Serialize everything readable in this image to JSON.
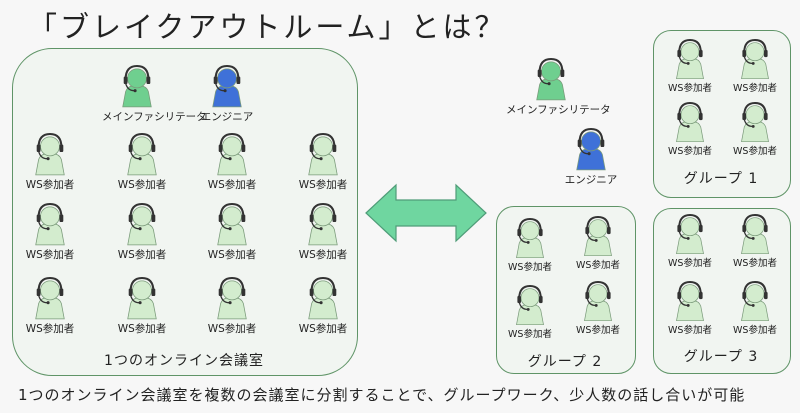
{
  "title": "「ブレイクアウトルーム」とは？",
  "roles": {
    "facilitator": "メインファシリテータ",
    "engineer": "エンジニア",
    "participant": "WS参加者"
  },
  "rooms": {
    "main": "1つのオンライン会議室",
    "group1": "グループ 1",
    "group2": "グループ 2",
    "group3": "グループ 3"
  },
  "footer": "1つのオンライン会議室を複数の会議室に分割することで、グループワーク、少人数の話し合いが可能",
  "colors": {
    "participant_fill": "#d3ecce",
    "facilitator_fill": "#6fcf8f",
    "engineer_fill": "#3f71d8",
    "arrow_fill": "#6fd6a0",
    "border": "#5f9467"
  }
}
